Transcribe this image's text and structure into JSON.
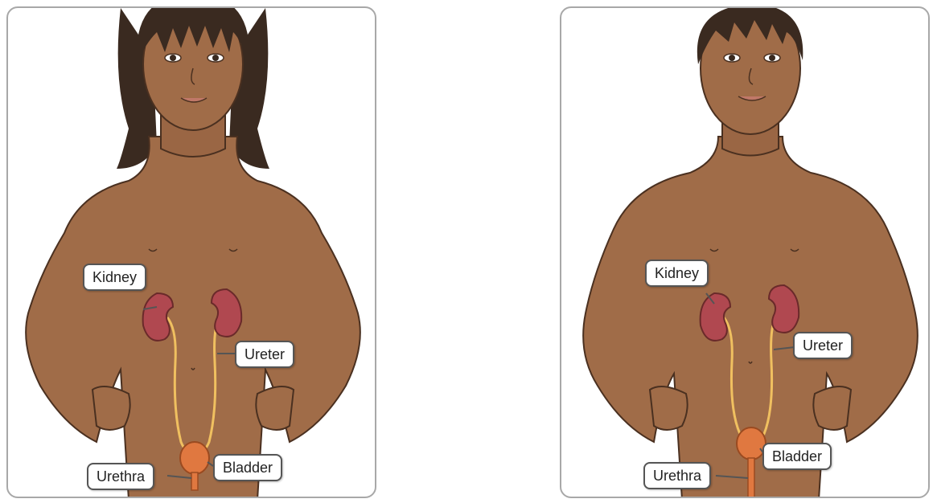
{
  "panels": [
    {
      "figure": "girl",
      "labels": {
        "kidney": "Kidney",
        "ureter": "Ureter",
        "bladder": "Bladder",
        "urethra": "Urethra"
      }
    },
    {
      "figure": "boy",
      "labels": {
        "kidney": "Kidney",
        "ureter": "Ureter",
        "bladder": "Bladder",
        "urethra": "Urethra"
      }
    }
  ],
  "colors": {
    "skin": "#a06c48",
    "skin_shadow": "#8a5a3a",
    "outline": "#4a3020",
    "hair": "#3a2a20",
    "kidney": "#b04850",
    "ureter": "#f0c060",
    "bladder": "#e07840",
    "callout_border": "#555555",
    "panel_border": "#a8a8a8"
  }
}
